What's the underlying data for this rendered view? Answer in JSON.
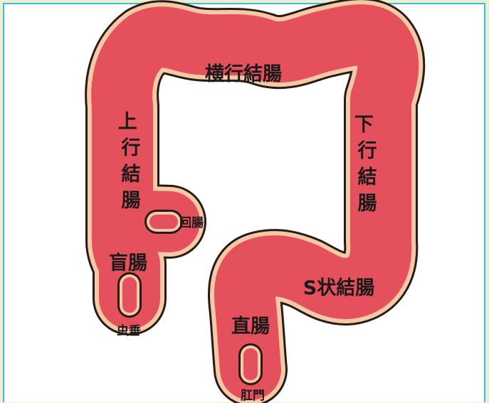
{
  "labels": {
    "transverse": "横行結腸",
    "ascending": "上\n行\n結\n腸",
    "descending": "下\n行\n結\n腸",
    "cecum": "盲腸",
    "ileum": "回腸",
    "appendix": "虫垂",
    "sigmoid": "S状結腸",
    "rectum": "直腸",
    "anus": "肛門"
  },
  "colors": {
    "colon_fill": "#e4505c",
    "colon_halo": "#f6c9a6",
    "outline": "#2a1a17",
    "frame_border": "#3dbde3",
    "page_bg": "#e9efcf"
  }
}
